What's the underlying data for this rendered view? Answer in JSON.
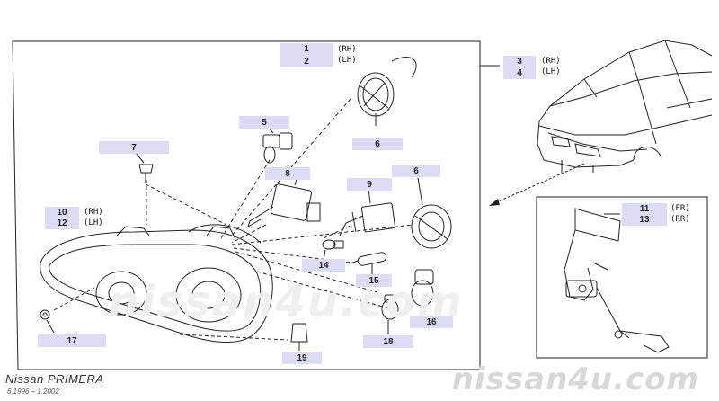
{
  "callouts": {
    "c1": "1",
    "c2": "2",
    "c3": "3",
    "c4": "4",
    "c5": "5",
    "c6a": "6",
    "c6b": "6",
    "c7": "7",
    "c8": "8",
    "c9": "9",
    "c10": "10",
    "c11": "11",
    "c12": "12",
    "c13": "13",
    "c14": "14",
    "c15": "15",
    "c16": "16",
    "c17": "17",
    "c18": "18",
    "c19": "19"
  },
  "side_labels": {
    "rh": "(RH)",
    "lh": "(LH)",
    "fr": "(FR)",
    "rr": "(RR)"
  },
  "footer": {
    "model": "Nissan PRIMERA",
    "years": "6.1996 – 1.2002",
    "brand": "nissan4u.com",
    "watermark": "nissan4u.com"
  }
}
